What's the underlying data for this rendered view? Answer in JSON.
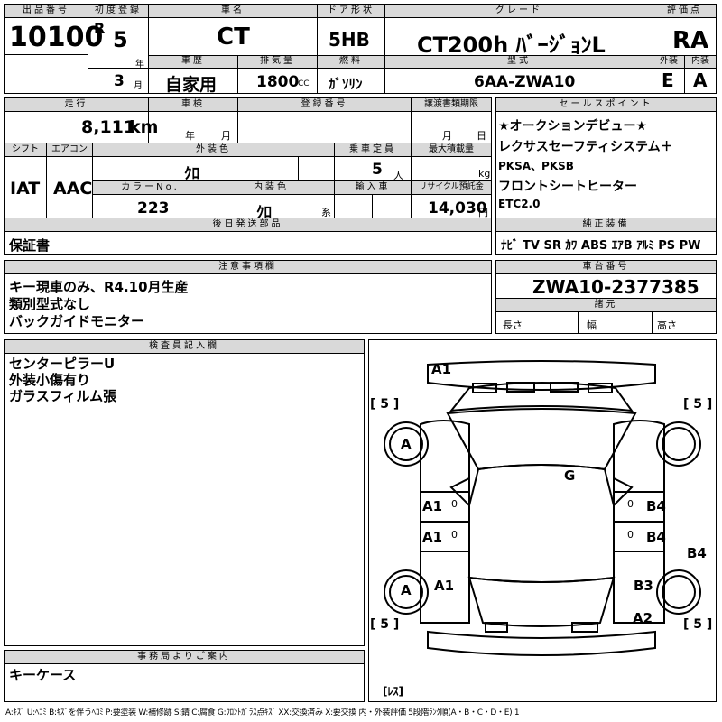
{
  "labels": {
    "lot": "出品番号",
    "first_reg": "初度登録",
    "car_name": "車名",
    "door": "ドア形状",
    "grade": "グレード",
    "score": "評価点",
    "history": "車歴",
    "displacement": "排気量",
    "fuel": "燃料",
    "model": "型式",
    "exterior": "外装",
    "interior": "内装",
    "mileage": "走行",
    "inspection": "車検",
    "reg_no": "登録番号",
    "transfer": "譲渡書類期限",
    "sales_point": "セールスポイント",
    "shift": "シフト",
    "aircon": "エアコン",
    "ext_color": "外装色",
    "capacity": "乗車定員",
    "max_load": "最大積載量",
    "color_no": "カラーNo.",
    "int_color": "内装色",
    "import": "輸入車",
    "recycle": "リサイクル預託金",
    "later_parts": "後日発送部品",
    "genuine": "純正装備",
    "notes": "注意事項欄",
    "chassis": "車台番号",
    "specs": "諸元",
    "length": "長さ",
    "width": "幅",
    "height": "高さ",
    "inspector": "検査員記入欄",
    "office": "事務局よりご案内"
  },
  "units": {
    "year": "年",
    "month": "月",
    "cc": "CC",
    "km": "km",
    "people": "人",
    "kg": "kg",
    "kei": "系",
    "yen": "円"
  },
  "lot_number": "10100",
  "era": "R",
  "reg_year": "5",
  "reg_month": "3",
  "car_name": "CT",
  "door": "5HB",
  "grade": "CT200h ﾊﾞｰｼﾞｮﾝL",
  "score": "RA",
  "history": "自家用",
  "displacement": "1800",
  "fuel": "ｶﾞｿﾘﾝ",
  "model": "6AA-ZWA10",
  "exterior_score": "E",
  "interior_score": "A",
  "mileage": "8,111",
  "shift": "IAT",
  "aircon": "AAC",
  "ext_color": "ｸﾛ",
  "capacity": "5",
  "color_no": "223",
  "int_color": "ｸﾛ",
  "recycle": "14,030",
  "sales_points": [
    "★オークションデビュー★",
    "レクサスセーフティシステム＋",
    "PKSA、PKSB",
    "フロントシートヒーター",
    "ETC2.0"
  ],
  "later_parts_value": "保証書",
  "genuine_equipment": "ﾅﾋﾞ TV SR ｶﾜ ABS ｴｱB ｱﾙﾐ PS PW",
  "notes": [
    "キー現車のみ、R4.10月生産",
    "類別型式なし",
    "バックガイドモニター"
  ],
  "chassis_number": "ZWA10-2377385",
  "inspector_notes": [
    "センターピラーU",
    "外装小傷有り",
    "ガラスフィルム張"
  ],
  "office_note": "キーケース",
  "diagram": {
    "marks": {
      "a1_front": "A1",
      "g_roof": "G",
      "a1_ldoor_f": "A1",
      "a1_ldoor_r": "A1",
      "a1_lrear": "A1",
      "b4_rdoor_f": "B4",
      "b4_rdoor_r": "B4",
      "b4_rqtr": "B4",
      "b3_rrear": "B3",
      "a2_rear": "A2",
      "a_wheel_fl": "A",
      "a_wheel_rl": "A",
      "zero1": "0",
      "zero2": "0",
      "zero3": "0",
      "zero4": "0"
    },
    "tire_tl": "[ 5 ]",
    "tire_tr": "[ 5 ]",
    "tire_bl": "[ 5 ]",
    "tire_br": "[ 5 ]",
    "spare": "[ﾚｽ]"
  },
  "legend": "A:ｷｽﾞ U:ﾍｺﾐ B:ｷｽﾞを伴うﾍｺﾐ P:要塗装 W:補修跡 S:錆 C:腐食 G:ﾌﾛﾝﾄｶﾞﾗｽ点ｷｽﾞ XX:交換済み X:要交換  内・外装評価 5段階ﾗﾝｸ順(A・B・C・D・E) 1"
}
